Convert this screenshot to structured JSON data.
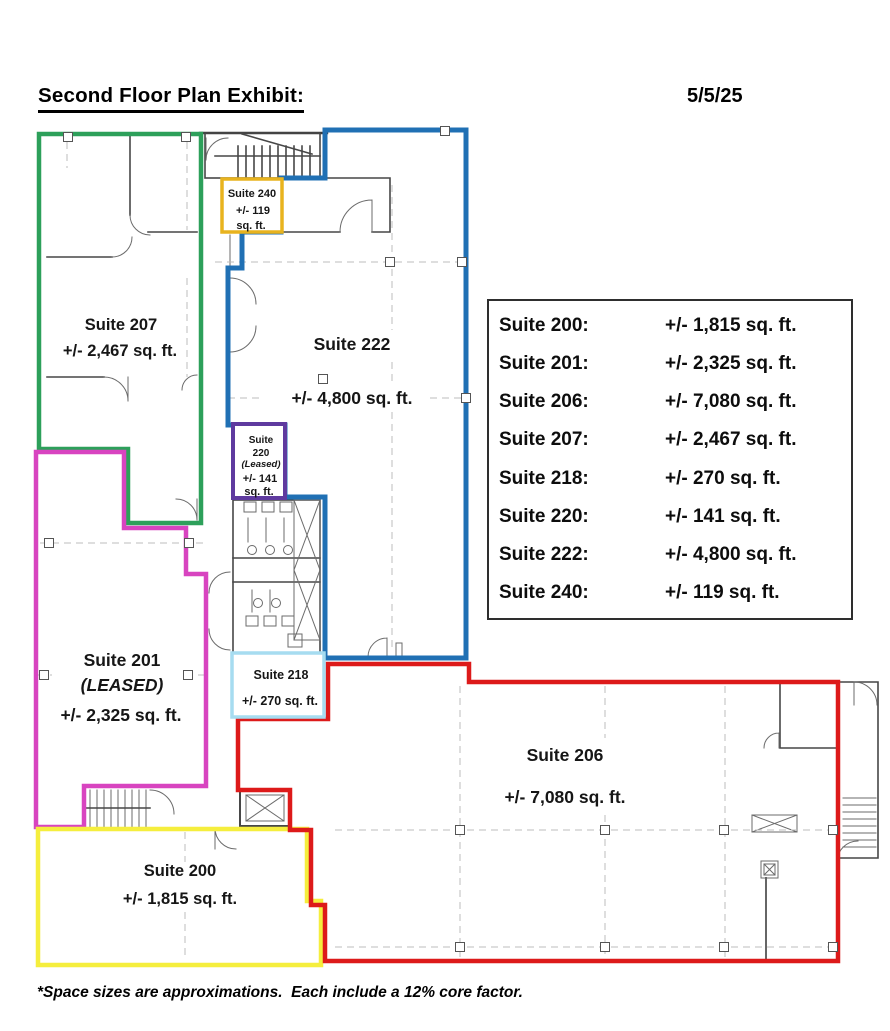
{
  "header": {
    "title": "Second Floor Plan Exhibit:",
    "date": "5/5/25"
  },
  "plan": {
    "suite207": {
      "name": "Suite 207",
      "size": "+/- 2,467 sq. ft."
    },
    "suite222": {
      "name": "Suite 222",
      "size": "+/- 4,800 sq. ft."
    },
    "suite240": {
      "name": "Suite 240",
      "size1": "+/- 119",
      "size2": "sq. ft."
    },
    "suite220": {
      "name1": "Suite",
      "name2": "220",
      "status": "(Leased)",
      "size1": "+/- 141",
      "size2": "sq. ft."
    },
    "suite218": {
      "name": "Suite 218",
      "size": "+/- 270 sq. ft."
    },
    "suite201": {
      "name": "Suite 201",
      "status": "(LEASED)",
      "size": "+/- 2,325 sq. ft."
    },
    "suite206": {
      "name": "Suite 206",
      "size": "+/- 7,080 sq. ft."
    },
    "suite200": {
      "name": "Suite 200",
      "size": "+/- 1,815 sq. ft."
    }
  },
  "legend": {
    "rows": [
      {
        "suite": "Suite 200:",
        "size": "+/- 1,815 sq. ft."
      },
      {
        "suite": "Suite 201:",
        "size": "+/- 2,325 sq. ft."
      },
      {
        "suite": "Suite 206:",
        "size": "+/- 7,080 sq. ft."
      },
      {
        "suite": "Suite 207:",
        "size": "+/- 2,467 sq. ft."
      },
      {
        "suite": "Suite 218:",
        "size": "+/- 270 sq. ft."
      },
      {
        "suite": "Suite 220:",
        "size": "+/- 141 sq. ft."
      },
      {
        "suite": "Suite 222:",
        "size": "+/- 4,800 sq. ft."
      },
      {
        "suite": "Suite 240:",
        "size": "+/- 119 sq. ft."
      }
    ]
  },
  "footnote": "*Space sizes are approximations.  Each include a 12% core factor.",
  "colors": {
    "suite207_outline": "#2da05a",
    "suite201_outline": "#d844c0",
    "suite222_outline": "#2070b4",
    "suite240_outline": "#e8b31e",
    "suite220_outline": "#5f3a9f",
    "suite218_outline": "#a6dcf0",
    "suite200_outline": "#f5ee3d",
    "suite206_outline": "#dd1a1a"
  }
}
